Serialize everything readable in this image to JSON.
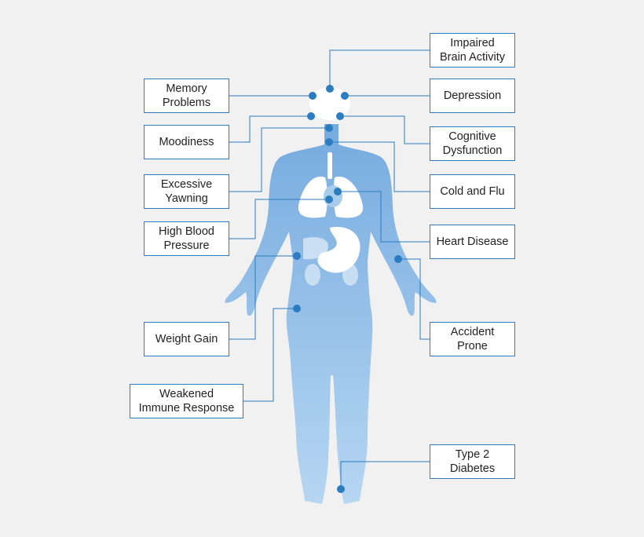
{
  "colors": {
    "accent": "#2b7cc0",
    "body_top": "#76abdf",
    "body_bottom": "#b6d6f2",
    "organ": "#ffffff",
    "background": "#f1f1f1"
  },
  "labels": {
    "impaired_brain_activity": "Impaired\nBrain Activity",
    "memory_problems": "Memory\nProblems",
    "depression": "Depression",
    "moodiness": "Moodiness",
    "cognitive_dysfunction": "Cognitive\nDysfunction",
    "excessive_yawning": "Excessive\nYawning",
    "cold_and_flu": "Cold and Flu",
    "high_blood_pressure": "High Blood\nPressure",
    "heart_disease": "Heart Disease",
    "weight_gain": "Weight Gain",
    "accident_prone": "Accident\nProne",
    "weakened_immune_response": "Weakened\nImmune Response",
    "type_2_diabetes": "Type 2\nDiabetes"
  }
}
